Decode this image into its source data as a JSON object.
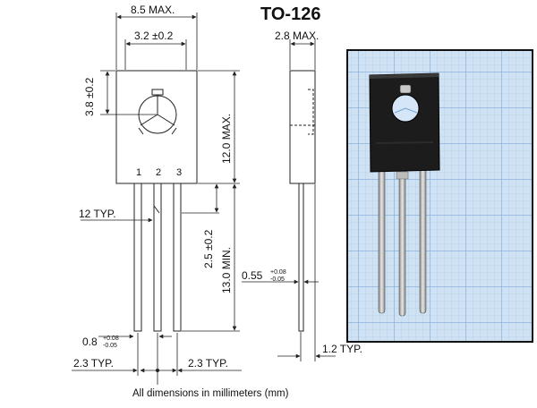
{
  "title": "TO-126",
  "footer": "All dimensions in millimeters (mm)",
  "pin_labels": [
    "1",
    "2",
    "3"
  ],
  "dimensions": {
    "body_width": "8.5 MAX.",
    "hole_spacing": "3.2 ±0.2",
    "hole_height": "3.8 ±0.2",
    "body_height": "12.0 MAX.",
    "lead_length": "13.0 MIN.",
    "pitch": "2.5 ±0.2",
    "lead_angle": "12 TYP.",
    "lead_width_main": "0.8",
    "lead_width_tol_plus": "+0.08",
    "lead_width_tol_minus": "-0.05",
    "pin_pitch_left": "2.3 TYP.",
    "pin_pitch_right": "2.3 TYP.",
    "thickness": "2.8 MAX.",
    "lead_thickness_main": "0.55",
    "lead_thickness_tol_plus": "+0.08",
    "lead_thickness_tol_minus": "-0.05",
    "lead_offset": "1.2 TYP."
  },
  "colors": {
    "line": "#222222",
    "photo_bg": "#cfe2f3",
    "grid": "#8fb3d9",
    "package": "#1c1c1c",
    "lead": "#b8b8b8"
  }
}
